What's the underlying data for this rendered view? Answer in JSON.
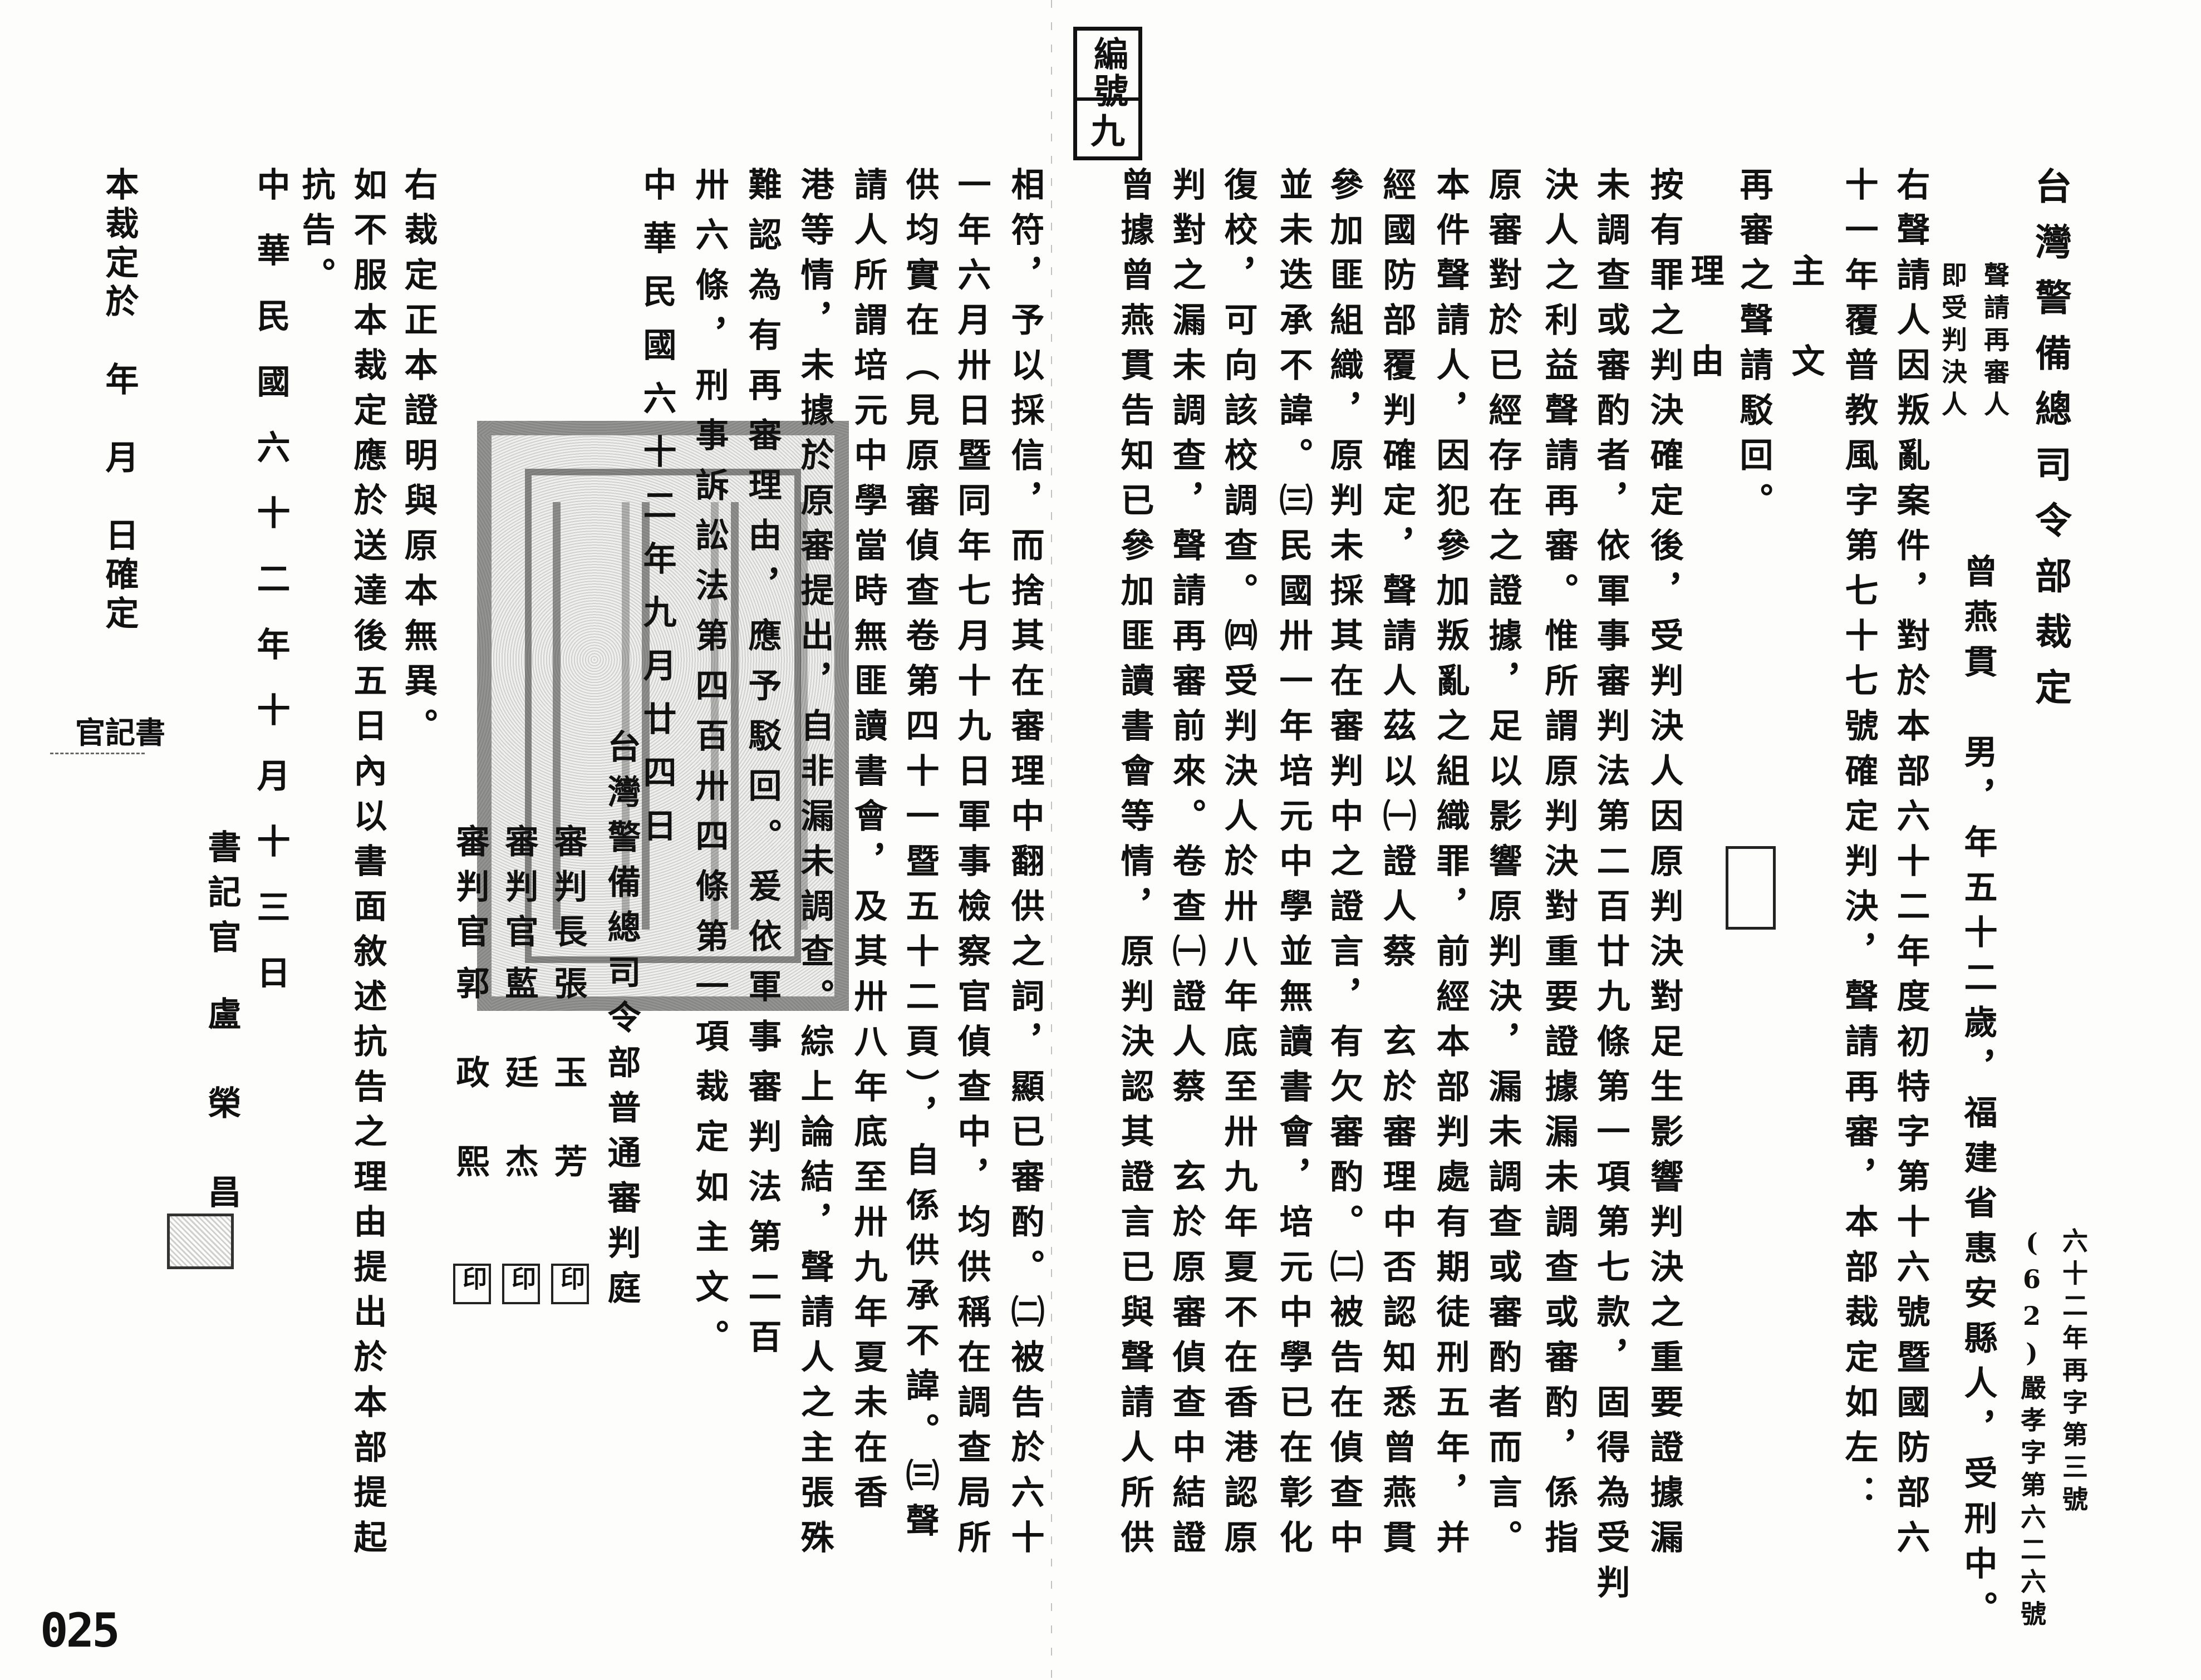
{
  "header": {
    "title": "台灣警備總司令部裁定",
    "case_no_1": "六十二年再字第三號",
    "case_no_2": "(62)嚴孝字第六二六號",
    "file_stamp_label": "編號",
    "file_stamp_number": "九"
  },
  "petitioner": {
    "label_1": "聲請再審人",
    "label_2": "即受判決人",
    "details": "曾燕貫　男，年五十二歲，福建省惠安縣人，受刑中。"
  },
  "intro": [
    "右聲請人因叛亂案件，對於本部六十二年度初特字第十六號暨國防部六",
    "十一年覆普教風字第七十七號確定判決，聲請再審，本部裁定如左："
  ],
  "main_heading": "主　文",
  "main_text": "再審之聲請駁回。",
  "reason_heading": "理　由",
  "reason_columns": [
    "按有罪之判決確定後，受判決人因原判決對足生影響判決之重要證據漏",
    "未調查或審酌者，依軍事審判法第二百廿九條第一項第七款，固得為受判",
    "決人之利益聲請再審。惟所謂原判決對重要證據漏未調查或審酌，係指",
    "原審對於已經存在之證據，足以影響原判決，漏未調查或審酌者而言。",
    "本件聲請人，因犯參加叛亂之組織罪，前經本部判處有期徒刑五年，并",
    "經國防部覆判確定，聲請人茲以㈠證人蔡　玄於審理中否認知悉曾燕貫",
    "參加匪組織，原判未採其在審判中之證言，有欠審酌。㈡被告在偵查中",
    "並未迭承不諱。㈢民國卅一年培元中學並無讀書會，培元中學已在彰化",
    "復校，可向該校調查。㈣受判決人於卅八年底至卅九年夏不在香港認原",
    "判對之漏未調查，聲請再審前來。卷查㈠證人蔡　玄於原審偵查中結證",
    "曾據曾燕貫告知已參加匪讀書會等情，原判決認其證言已與聲請人所供",
    "相符，予以採信，而捨其在審理中翻供之詞，顯已審酌。㈡被告於六十",
    "一年六月卅日暨同年七月十九日軍事檢察官偵查中，均供稱在調查局所",
    "供均實在（見原審偵查卷第四十一暨五十二頁），自係供承不諱。㈢聲",
    "請人所謂培元中學當時無匪讀書會，及其卅八年底至卅九年夏未在香",
    "港等情，未據於原審提出，自非漏未調查。綜上論結，聲請人之主張殊",
    "難認為有再審理由，應予駁回。爰依軍事審判法第二百",
    "卅六條，刑事訴訟法第四百卅四條第一項裁定如主文。"
  ],
  "decision_date": "中華民國六十二年九月廿四日",
  "court": "台灣警備總司令部普通審判庭",
  "judges": [
    {
      "title": "審判長",
      "name": "張　玉　芳",
      "seal": "印"
    },
    {
      "title": "審判官",
      "name": "藍　廷　杰",
      "seal": "印"
    },
    {
      "title": "審判官",
      "name": "郭　政　熙",
      "seal": "印"
    }
  ],
  "certification": "右裁定正本證明與原本無異。",
  "appeal_notice": [
    "如不服本裁定應於送達後五日內以書面敘述抗告之理由提出於本部提起",
    "抗告。"
  ],
  "copy_date": "中華民國六十二年十月十三日",
  "clerk": {
    "title": "書記官",
    "name": "盧　榮　昌"
  },
  "finality_note": "本裁定於　年　月　日確定",
  "finality_clerk": "書記官",
  "page_number": "025"
}
